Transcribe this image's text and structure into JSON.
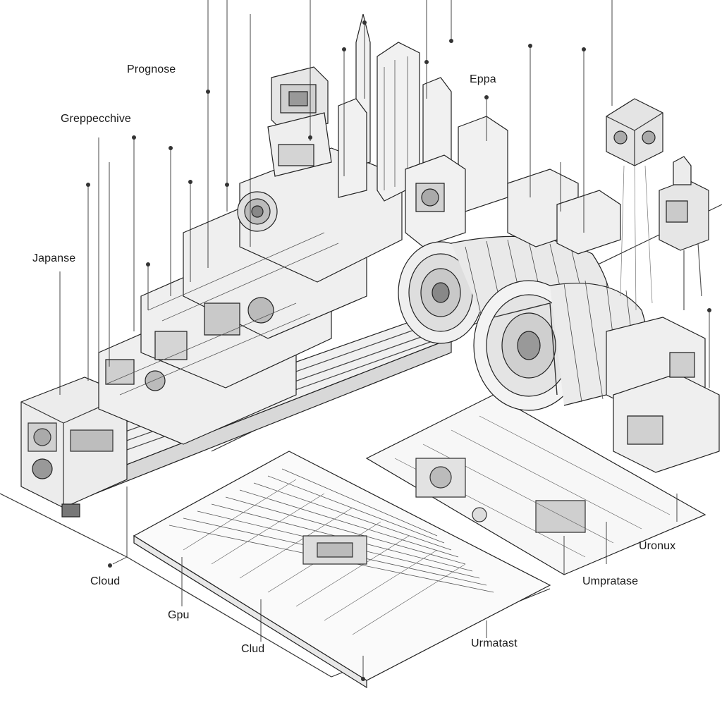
{
  "labels": {
    "prognose": "Prognose",
    "greppecchive": "Greppecchive",
    "japanse": "Japanse",
    "eppa": "Eppa",
    "cloud": "Cloud",
    "gpu": "Gpu",
    "clud": "Clud",
    "urmatast": "Urmatast",
    "umpratase": "Umpratase",
    "uronux": "Uronux"
  },
  "colors": {
    "ink": "#1a1a1a",
    "paper": "#ffffff"
  }
}
